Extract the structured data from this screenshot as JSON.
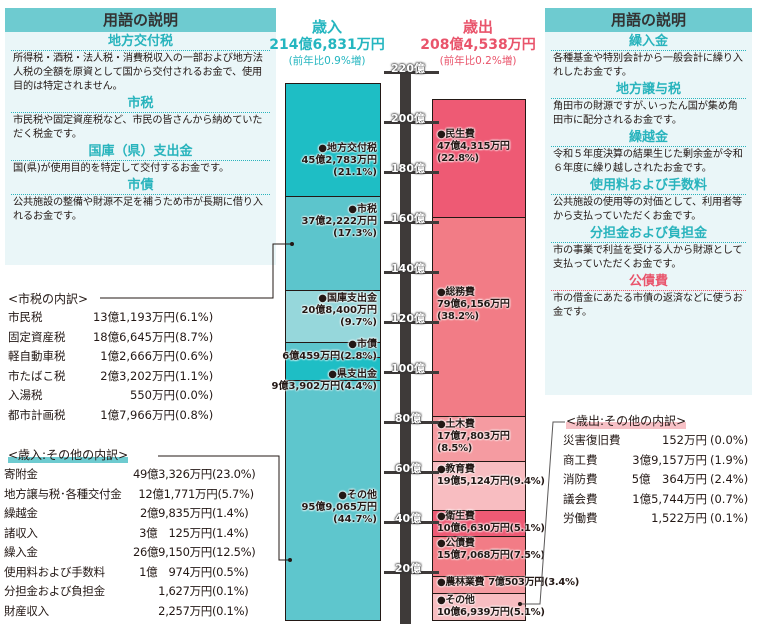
{
  "glossary_left": {
    "title": "用語の説明",
    "terms": [
      {
        "term": "地方交付税",
        "desc": "所得税・酒税・法人税・消費税収入の一部および地方法人税の全額を原資として国から交付されるお金で、使用目的は特定されません。"
      },
      {
        "term": "市税",
        "desc": "市民税や固定資産税など、市民の皆さんから納めていただく税金です。"
      },
      {
        "term": "国庫（県）支出金",
        "desc": "国(県)が使用目的を特定して交付するお金です。"
      },
      {
        "term": "市債",
        "desc": "公共施設の整備や財源不足を補うため市が長期に借り入れるお金です。"
      }
    ]
  },
  "glossary_right": {
    "title": "用語の説明",
    "terms": [
      {
        "term": "繰入金",
        "desc": "各種基金や特別会計から一般会計に繰り入れしたお金です。"
      },
      {
        "term": "地方譲与税",
        "desc": "角田市の財源ですが､いったん国が集め角田市に配分されるお金です。"
      },
      {
        "term": "繰越金",
        "desc": "令和５年度決算の結果生じた剰余金が令和６年度に繰り越しされたお金です。"
      },
      {
        "term": "使用料および手数料",
        "desc": "公共施設の使用等の対価として、利用者等から支払っていただくお金です。"
      },
      {
        "term": "分担金および負担金",
        "desc": "市の事業で利益を受ける人から財源として支払っていただくお金です。"
      },
      {
        "term": "公債費",
        "desc": "市の借金にあたる市債の返済などに使うお金です。",
        "accent": "pink"
      }
    ]
  },
  "revenue": {
    "title": "歳入",
    "total": "214億6,831万円",
    "change": "(前年比0.9%増)"
  },
  "expenditure": {
    "title": "歳出",
    "total": "208億4,538万円",
    "change": "(前年比0.2%増)"
  },
  "axis_ticks": [
    "220億",
    "200億",
    "180億",
    "160億",
    "140億",
    "120億",
    "100億",
    "80億",
    "60億",
    "40億",
    "20億"
  ],
  "chart_data": {
    "type": "stacked-bar",
    "unit": "億円",
    "ylim": [
      0,
      220
    ],
    "revenue_segments": [
      {
        "name": "地方交付税",
        "value": 45.2783,
        "amount": "45億2,783万円",
        "pct": "(21.1%)",
        "color": "#1ebec5"
      },
      {
        "name": "市税",
        "value": 37.2222,
        "amount": "37億2,222万円",
        "pct": "(17.3%)",
        "color": "#5cc5cc"
      },
      {
        "name": "国庫支出金",
        "value": 20.84,
        "amount": "20億8,400万円",
        "pct": "(9.7%)",
        "color": "#96d7db"
      },
      {
        "name": "市債",
        "value": 6.0459,
        "amount": "6億459万円(2.8%)",
        "color": "#5cc5cc"
      },
      {
        "name": "県支出金",
        "value": 9.3902,
        "amount": "9億3,902万円(4.4%)",
        "color": "#1ebec5"
      },
      {
        "name": "その他",
        "value": 95.9065,
        "amount": "95億9,065万円",
        "pct": "(44.7%)",
        "color": "#5ec6cd"
      }
    ],
    "expenditure_segments": [
      {
        "name": "民生費",
        "value": 47.4315,
        "amount": "47億4,315万円",
        "pct": "(22.8%)",
        "color": "#ee5a74"
      },
      {
        "name": "総務費",
        "value": 79.6156,
        "amount": "79億6,156万円",
        "pct": "(38.2%)",
        "color": "#f27c86"
      },
      {
        "name": "土木費",
        "value": 17.7803,
        "amount": "17億7,803万円",
        "pct": "(8.5%)",
        "color": "#f59ba1"
      },
      {
        "name": "教育費",
        "value": 19.5124,
        "amount": "19億5,124万円(9.4%)",
        "color": "#f8bdc1"
      },
      {
        "name": "衛生費",
        "value": 10.663,
        "amount": "10億6,630万円(5.1%)",
        "color": "#ee5a74"
      },
      {
        "name": "公債費",
        "value": 15.7068,
        "amount": "15億7,068万円(7.5%)",
        "color": "#f27c86"
      },
      {
        "name": "農林業費",
        "value": 7.0503,
        "amount": "7億503万円(3.4%)",
        "color": "#f59ba1"
      },
      {
        "name": "その他",
        "value": 10.6939,
        "amount": "10億6,939万円(5.1%)",
        "color": "#f8bdc1"
      }
    ]
  },
  "city_tax_breakdown": {
    "title": "<市税の内訳>",
    "rows": [
      {
        "name": "市民税",
        "amount": "13億1,193万円",
        "pct": "(6.1%)"
      },
      {
        "name": "固定資産税",
        "amount": "18億6,645万円",
        "pct": "(8.7%)"
      },
      {
        "name": "軽自動車税",
        "amount": "1億2,666万円",
        "pct": "(0.6%)"
      },
      {
        "name": "市たばこ税",
        "amount": "2億3,202万円",
        "pct": "(1.1%)"
      },
      {
        "name": "入湯税",
        "amount": "550万円",
        "pct": "(0.0%)"
      },
      {
        "name": "都市計画税",
        "amount": "1億7,966万円",
        "pct": "(0.8%)"
      }
    ]
  },
  "revenue_other_breakdown": {
    "title": "<歳入:その他の内訳>",
    "rows": [
      {
        "name": "寄附金",
        "amount": "49億3,326万円",
        "pct": "(23.0%)"
      },
      {
        "name": "地方譲与税･各種交付金",
        "amount": "12億1,771万円",
        "pct": "(5.7%)"
      },
      {
        "name": "繰越金",
        "amount": "2億9,835万円",
        "pct": "(1.4%)"
      },
      {
        "name": "諸収入",
        "amount": "3億　125万円",
        "pct": "(1.4%)"
      },
      {
        "name": "繰入金",
        "amount": "26億9,150万円",
        "pct": "(12.5%)"
      },
      {
        "name": "使用料および手数料",
        "amount": "1億　974万円",
        "pct": "(0.5%)"
      },
      {
        "name": "分担金および負担金",
        "amount": "1,627万円",
        "pct": "(0.1%)"
      },
      {
        "name": "財産収入",
        "amount": "2,257万円",
        "pct": "(0.1%)"
      }
    ]
  },
  "expenditure_other_breakdown": {
    "title": "<歳出:その他の内訳>",
    "rows": [
      {
        "name": "災害復旧費",
        "amount": "152万円",
        "pct": "(0.0%)"
      },
      {
        "name": "商工費",
        "amount": "3億9,157万円",
        "pct": "(1.9%)"
      },
      {
        "name": "消防費",
        "amount": "5億　364万円",
        "pct": "(2.4%)"
      },
      {
        "name": "議会費",
        "amount": "1億5,744万円",
        "pct": "(0.7%)"
      },
      {
        "name": "労働費",
        "amount": "1,522万円",
        "pct": "(0.1%)"
      }
    ]
  }
}
